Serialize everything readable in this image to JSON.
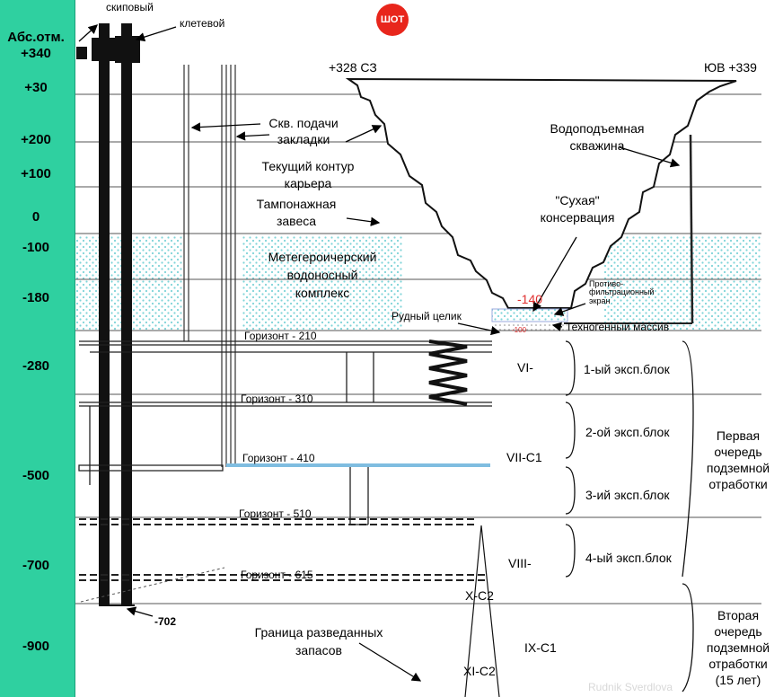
{
  "elevation_header": "Абс.отм.",
  "elevations": [
    "+340",
    "+30",
    "+200",
    "+100",
    "0",
    "-100",
    "-180",
    "-280",
    "-500",
    "-700",
    "-900"
  ],
  "shafts": {
    "skip": "скиповый",
    "cage": "клетевой",
    "bottom_mark": "-702"
  },
  "stamp": "ШОТ",
  "pit": {
    "nw_mark": "+328 СЗ",
    "se_mark": "ЮВ +339",
    "bottom_mark": "-140"
  },
  "labels": {
    "fill_boreholes": [
      "Скв. подачи",
      "закладки"
    ],
    "pit_contour": [
      "Текущий контур",
      "карьера"
    ],
    "grout_curtain": [
      "Тампонажная",
      "завеса"
    ],
    "aquifer": [
      "Метегероичерский",
      "водоносный",
      "комплекс"
    ],
    "dry_conservation": [
      "\"Сухая\"",
      "консервация"
    ],
    "water_well": [
      "Водоподъемная",
      "скважина"
    ],
    "filter_screen": [
      "Противо-",
      "фильтрационный",
      "экран"
    ],
    "ore_pillar": "Рудный целик",
    "pillar_mark": "-100",
    "technogenic": "Техногенный массив",
    "reserves_boundary": [
      "Граница разведанных",
      "запасов"
    ]
  },
  "horizons": [
    "Горизонт - 210",
    "Горизонт - 310",
    "Горизонт - 410",
    "Горизонт - 510",
    "Горизонт - 615"
  ],
  "ore_bodies": [
    "VI-",
    "VII-C1",
    "VIII-",
    "X-C2",
    "IX-C1",
    "XI-C2"
  ],
  "blocks": [
    "1-ый эксп.блок",
    "2-ой эксп.блок",
    "3-ий эксп.блок",
    "4-ый эксп.блок"
  ],
  "stages": {
    "first": [
      "Первая",
      "очередь",
      "подземной",
      "отработки"
    ],
    "second": [
      "Вторая",
      "очередь",
      "подземной",
      "отработки",
      "(15 лет)"
    ]
  },
  "watermark": "Rudnik Sverdlova",
  "colors": {
    "elev_bar": "#2fd0a0",
    "aquifer_dots": "#7fd4d8",
    "red_mark": "#e03030",
    "stamp": "#e8261c"
  }
}
